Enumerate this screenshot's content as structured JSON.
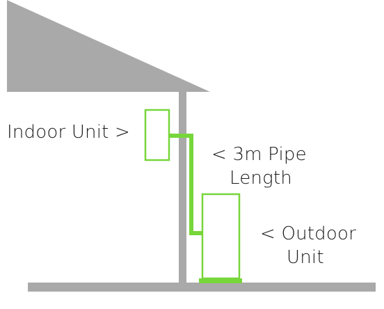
{
  "labels": {
    "indoor_unit": "Indoor Unit >",
    "pipe_line1": "< 3m Pipe",
    "pipe_line2": "Length",
    "outdoor_line1": "< Outdoor",
    "outdoor_line2": "Unit"
  },
  "colors": {
    "structure": "#a9a9a9",
    "unit_outline": "#77d63a",
    "pipe": "#77d63a",
    "text": "#1a1a1a",
    "background": "#ffffff"
  }
}
